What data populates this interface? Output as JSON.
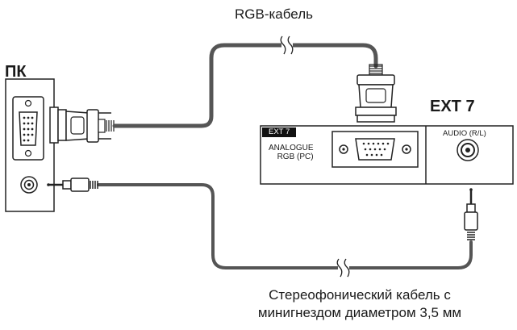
{
  "labels": {
    "pc": "ПК",
    "rgb_cable": "RGB-кабель",
    "ext_title": "EXT 7",
    "ext_badge": "EXT 7",
    "analogue_line1": "ANALOGUE",
    "analogue_line2": "RGB (PC)",
    "audio": "AUDIO (R/L)",
    "caption_line1": "Стереофонический кабель с",
    "caption_line2": "минигнездом диаметром 3,5 мм"
  },
  "colors": {
    "cable": "#555555",
    "panel_stroke": "#222222",
    "badge_bg": "#111111",
    "background": "#ffffff"
  },
  "icons": [
    "vga-port-icon",
    "audio-jack-icon",
    "vga-plug-icon",
    "mini-jack-plug-icon",
    "cable-break-icon"
  ]
}
